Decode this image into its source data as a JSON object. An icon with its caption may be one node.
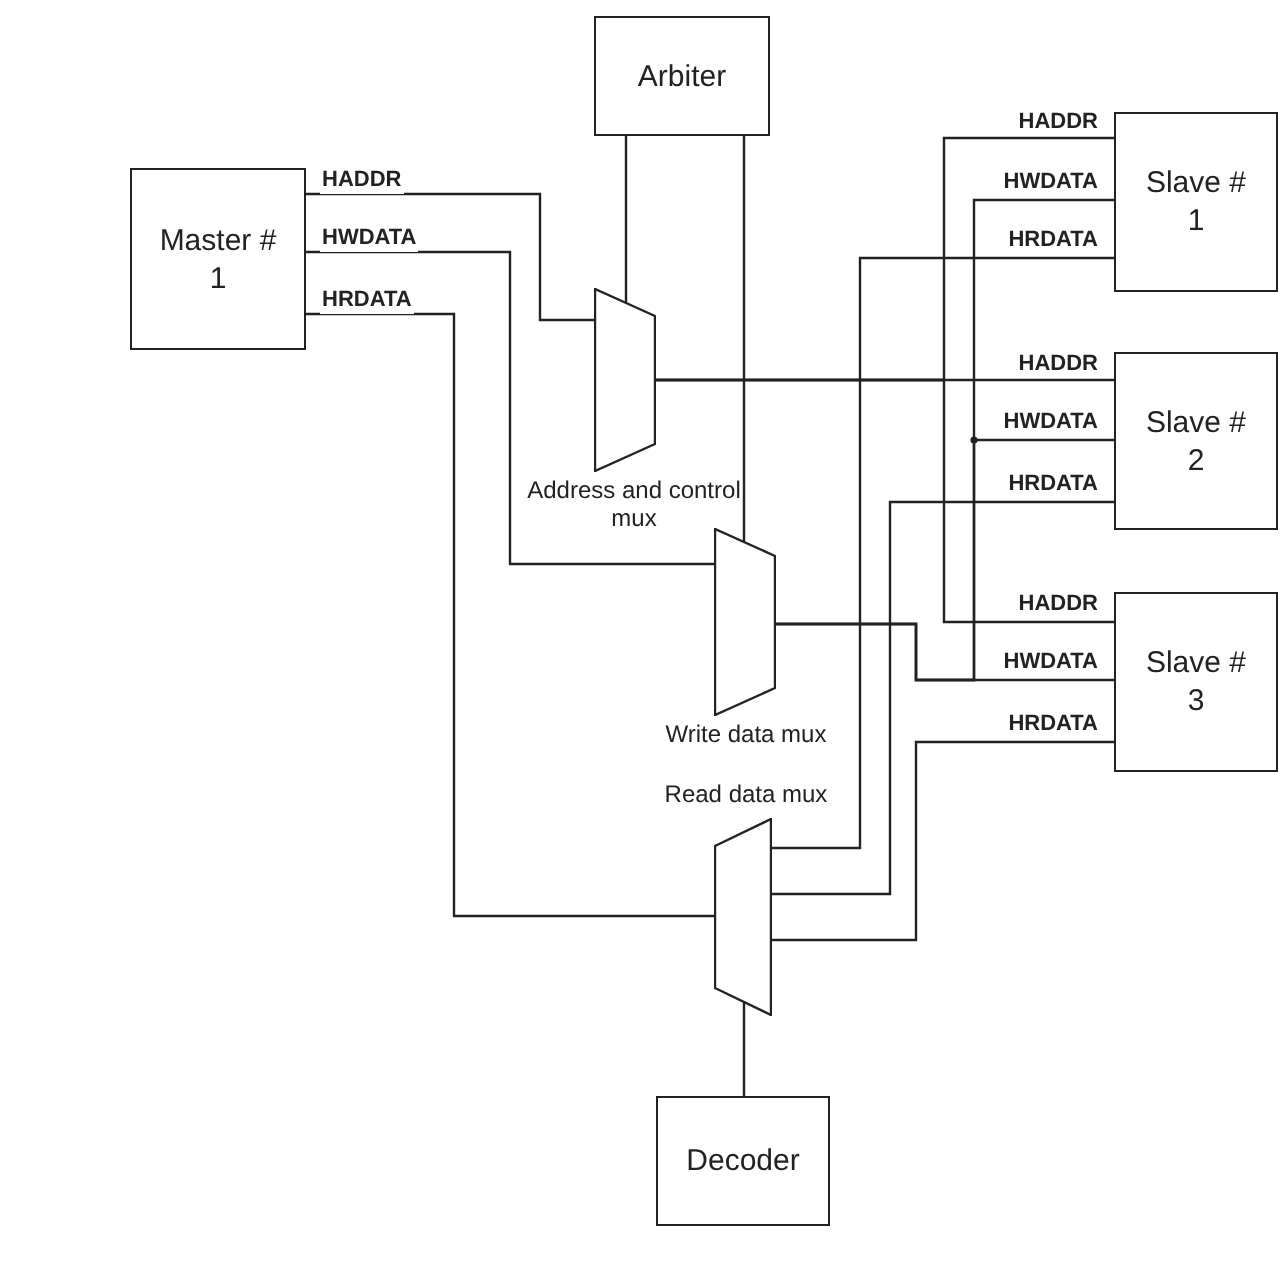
{
  "diagram": {
    "nodes": [
      {
        "text": [
          "Arbiter"
        ]
      },
      {
        "text": [
          "Master # 1"
        ]
      },
      {
        "text": [],
        "shape": "trapezoid",
        "beside": [
          "Address and control mux"
        ]
      },
      {
        "text": [],
        "shape": "trapezoid",
        "beside": [
          "Write data mux"
        ]
      },
      {
        "text": [],
        "shape": "trapezoid",
        "beside": [
          "Read data mux"
        ]
      },
      {
        "text": [
          "Slave # 1"
        ]
      },
      {
        "text": [
          "Slave # 2"
        ]
      },
      {
        "text": [
          "Slave # 3"
        ]
      },
      {
        "text": [
          "Decoder"
        ]
      }
    ],
    "edges": [
      {
        "from": 1,
        "to": 2,
        "arrow": "none",
        "label": "HADDR"
      },
      {
        "from": 1,
        "to": 3,
        "arrow": "none",
        "label": "HWDATA"
      },
      {
        "from": 4,
        "to": 1,
        "arrow": "none",
        "label": "HRDATA"
      },
      {
        "from": 0,
        "to": 2,
        "arrow": "none"
      },
      {
        "from": 0,
        "to": 3,
        "arrow": "none"
      },
      {
        "from": 2,
        "to": 5,
        "arrow": "none",
        "label": "HADDR"
      },
      {
        "from": 2,
        "to": 6,
        "arrow": "none",
        "label": "HADDR"
      },
      {
        "from": 2,
        "to": 7,
        "arrow": "none",
        "label": "HADDR"
      },
      {
        "from": 3,
        "to": 5,
        "arrow": "none",
        "label": "HWDATA"
      },
      {
        "from": 3,
        "to": 6,
        "arrow": "none",
        "label": "HWDATA"
      },
      {
        "from": 3,
        "to": 7,
        "arrow": "none",
        "label": "HWDATA"
      },
      {
        "from": 5,
        "to": 4,
        "arrow": "none",
        "label": "HRDATA"
      },
      {
        "from": 6,
        "to": 4,
        "arrow": "none",
        "label": "HRDATA"
      },
      {
        "from": 7,
        "to": 4,
        "arrow": "none",
        "label": "HRDATA"
      },
      {
        "from": 8,
        "to": 4,
        "arrow": "none"
      }
    ]
  }
}
